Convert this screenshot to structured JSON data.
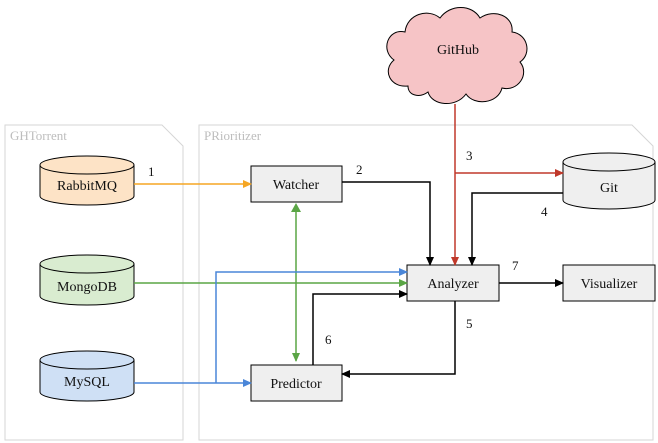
{
  "groups": {
    "ghtorrent": "GHTorrent",
    "prioritizer": "PRioritizer"
  },
  "nodes": {
    "github": "GitHub",
    "rabbitmq": "RabbitMQ",
    "mongodb": "MongoDB",
    "mysql": "MySQL",
    "git": "Git",
    "watcher": "Watcher",
    "analyzer": "Analyzer",
    "visualizer": "Visualizer",
    "predictor": "Predictor"
  },
  "edge_labels": {
    "e1": "1",
    "e2": "2",
    "e3": "3",
    "e4": "4",
    "e5": "5",
    "e6": "6",
    "e7": "7"
  },
  "colors": {
    "orange": "#f5a623",
    "red": "#c0392b",
    "green": "#5aa545",
    "blue": "#4a86d8",
    "black": "#000000",
    "rabbit_fill": "#fde3c6",
    "mongo_fill": "#d9ecd0",
    "mysql_fill": "#cfe0f5",
    "git_fill": "#efefef",
    "box_fill": "#efefef",
    "cloud_fill": "#f6c4c6"
  }
}
